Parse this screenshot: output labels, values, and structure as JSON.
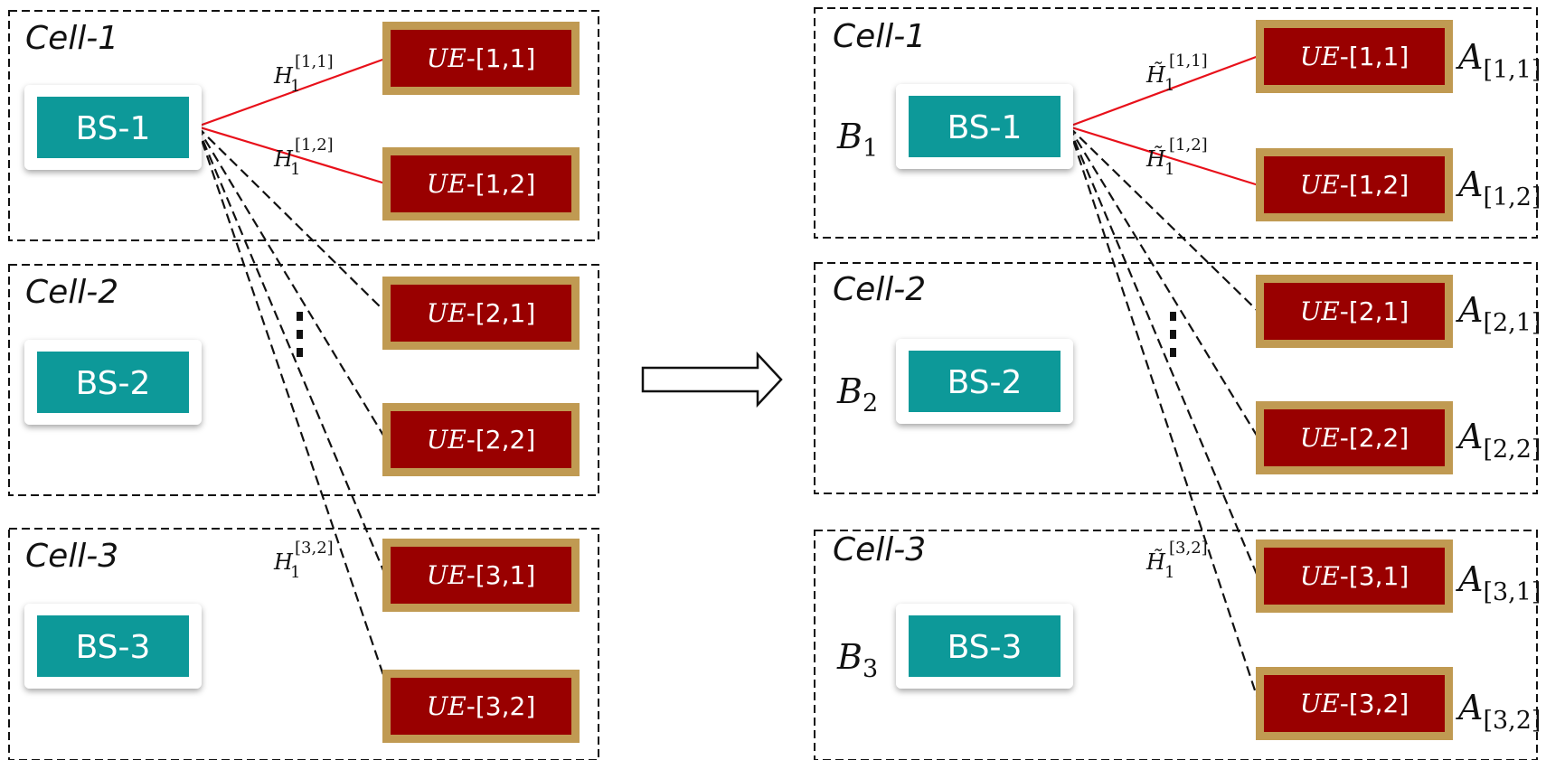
{
  "left": {
    "cells": [
      {
        "label": "Cell-1",
        "bs": "BS-1",
        "ues": [
          {
            "letters": "UE",
            "index": "-[1,1]"
          },
          {
            "letters": "UE",
            "index": "-[1,2]"
          }
        ]
      },
      {
        "label": "Cell-2",
        "bs": "BS-2",
        "ues": [
          {
            "letters": "UE",
            "index": "-[2,1]"
          },
          {
            "letters": "UE",
            "index": "-[2,2]"
          }
        ]
      },
      {
        "label": "Cell-3",
        "bs": "BS-3",
        "ues": [
          {
            "letters": "UE",
            "index": "-[3,1]"
          },
          {
            "letters": "UE",
            "index": "-[3,2]"
          }
        ]
      }
    ],
    "channels": [
      {
        "symbol": "H",
        "sub": "1",
        "sup": "[1,1]"
      },
      {
        "symbol": "H",
        "sub": "1",
        "sup": "[1,2]"
      },
      {
        "symbol": "H",
        "sub": "1",
        "sup": "[3,2]"
      }
    ]
  },
  "right": {
    "cells": [
      {
        "label": "Cell-1",
        "bs": "BS-1",
        "ues": [
          {
            "letters": "UE",
            "index": "-[1,1]"
          },
          {
            "letters": "UE",
            "index": "-[1,2]"
          }
        ]
      },
      {
        "label": "Cell-2",
        "bs": "BS-2",
        "ues": [
          {
            "letters": "UE",
            "index": "-[2,1]"
          },
          {
            "letters": "UE",
            "index": "-[2,2]"
          }
        ]
      },
      {
        "label": "Cell-3",
        "bs": "BS-3",
        "ues": [
          {
            "letters": "UE",
            "index": "-[3,1]"
          },
          {
            "letters": "UE",
            "index": "-[3,2]"
          }
        ]
      }
    ],
    "channels": [
      {
        "symbol": "H̃",
        "sub": "1",
        "sup": "[1,1]"
      },
      {
        "symbol": "H̃",
        "sub": "1",
        "sup": "[1,2]"
      },
      {
        "symbol": "H̃",
        "sub": "1",
        "sup": "[3,2]"
      }
    ],
    "bs_matrices": [
      {
        "symbol": "B",
        "sub": "1"
      },
      {
        "symbol": "B",
        "sub": "2"
      },
      {
        "symbol": "B",
        "sub": "3"
      }
    ],
    "ue_matrices": [
      {
        "symbol": "A",
        "sub": "[1,1]"
      },
      {
        "symbol": "A",
        "sub": "[1,2]"
      },
      {
        "symbol": "A",
        "sub": "[2,1]"
      },
      {
        "symbol": "A",
        "sub": "[2,2]"
      },
      {
        "symbol": "A",
        "sub": "[3,1]"
      },
      {
        "symbol": "A",
        "sub": "[3,2]"
      }
    ]
  }
}
